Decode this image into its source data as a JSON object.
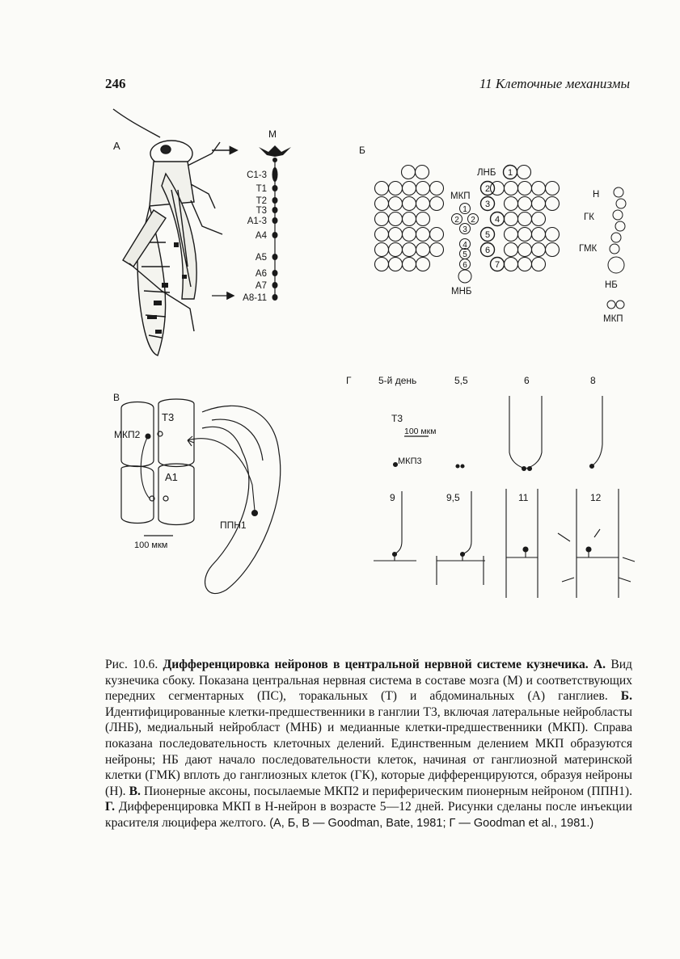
{
  "page": {
    "number": "246",
    "running_head": "11 Клеточные механизмы"
  },
  "panel_a": {
    "letter": "А",
    "brain_label": "М",
    "segment_labels": [
      "С1-3",
      "Т1",
      "Т2",
      "Т3",
      "А1-3",
      "А4",
      "А5",
      "А6",
      "А7",
      "А8-11"
    ]
  },
  "panel_b": {
    "letter": "Б",
    "lnb_label": "ЛНБ",
    "mkp_label": "МКП",
    "mnb_label": "МНБ",
    "left_numbers": [
      "1",
      "2",
      "2",
      "3",
      "4",
      "5",
      "6"
    ],
    "right_numbers": [
      "1",
      "2",
      "3",
      "4",
      "5",
      "6",
      "7"
    ],
    "lineage_labels": [
      "Н",
      "ГК",
      "ГМК",
      "НБ",
      "МКП"
    ]
  },
  "panel_v": {
    "letter": "В",
    "t3_label": "Т3",
    "a1_label": "А1",
    "mkp2_label": "МКП2",
    "ppn1_label": "ППН1",
    "scale_label": "100 мкм"
  },
  "panel_g": {
    "letter": "Г",
    "day_labels": [
      "5-й день",
      "5,5",
      "6",
      "8",
      "9",
      "9,5",
      "11",
      "12"
    ],
    "t3_label": "Т3",
    "scale_label": "100 мкм",
    "mkp3_label": "МКП3"
  },
  "caption": {
    "figure_label": "Рис. 10.6.",
    "title": "Дифференцировка нейронов в центральной нервной системе кузнечика.",
    "a_letter": "А.",
    "a_text": "Вид кузнечика сбоку. Показана центральная нервная система в составе мозга (М) и соответствующих передних сегментарных (ПС), торакальных (Т) и абдоминальных (А) ганглиев.",
    "b_letter": "Б.",
    "b_text": "Идентифицированные клетки-предшественники в ганглии Т3, включая латеральные нейробласты (ЛНБ), медиальный нейробласт (МНБ) и медианные клетки-предшественники (МКП). Справа показана последовательность клеточных делений. Единственным делением МКП образуются нейроны; НБ дают начало последовательности клеток, начиная от ганглиозной материнской клетки (ГМК) вплоть до ганглиозных клеток (ГК), которые дифференцируются, образуя нейроны (Н).",
    "v_letter": "В.",
    "v_text": "Пионерные аксоны, посылаемые МКП2 и периферическим пионерным нейроном (ППН1).",
    "g_letter": "Г.",
    "g_text": "Дифференцировка МКП в Н-нейрон в возрасте 5—12 дней. Рисунки сделаны после инъекции красителя люцифера желтого.",
    "citation": "(А, Б, В — Goodman, Bate, 1981; Г — Goodman et al., 1981.)"
  }
}
